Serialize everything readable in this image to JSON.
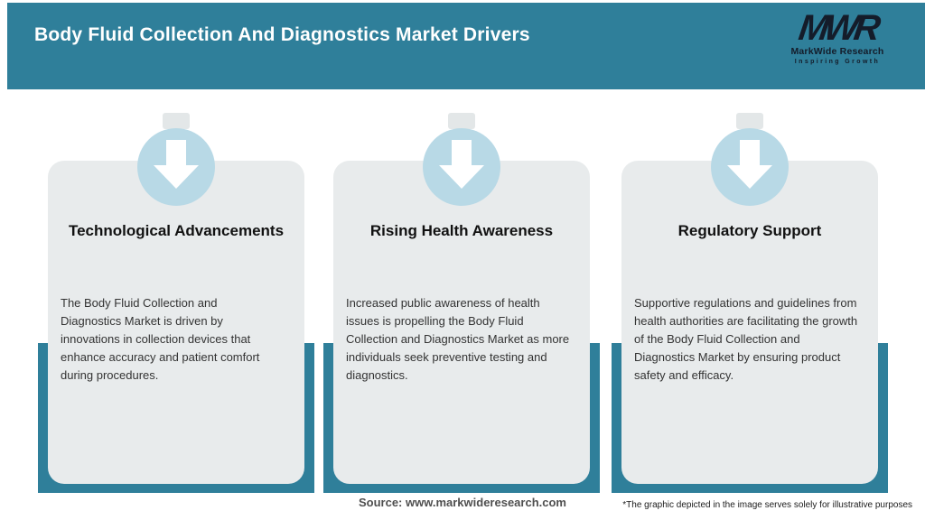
{
  "header": {
    "title": "Body Fluid Collection And Diagnostics Market Drivers",
    "logo": {
      "mark": "MWR",
      "name": "MarkWide Research",
      "tagline": "Inspiring Growth"
    }
  },
  "cards": [
    {
      "title": "Technological Advancements",
      "body": "The Body Fluid Collection and\nDiagnostics Market is driven by\ninnovations in collection devices that\nenhance accuracy and patient comfort\nduring procedures."
    },
    {
      "title": "Rising Health Awareness",
      "body": "Increased public awareness of health\nissues is propelling the Body Fluid\nCollection and Diagnostics Market as more\nindividuals seek preventive testing and\ndiagnostics."
    },
    {
      "title": "Regulatory Support",
      "body": "Supportive regulations and guidelines from\nhealth authorities are facilitating the growth\nof the Body Fluid Collection and\nDiagnostics Market by ensuring product\nsafety and efficacy."
    }
  ],
  "footer": {
    "source": "Source: www.markwideresearch.com",
    "disclaimer": "*The graphic depicted in the image serves solely for illustrative purposes"
  },
  "colors": {
    "teal": "#2f7f9a",
    "circle_blue": "#b8d9e6",
    "card_bg": "#e8ebec",
    "logo_dark": "#141c2a"
  },
  "icons": {
    "card_icon": "arrow-down-icon"
  }
}
